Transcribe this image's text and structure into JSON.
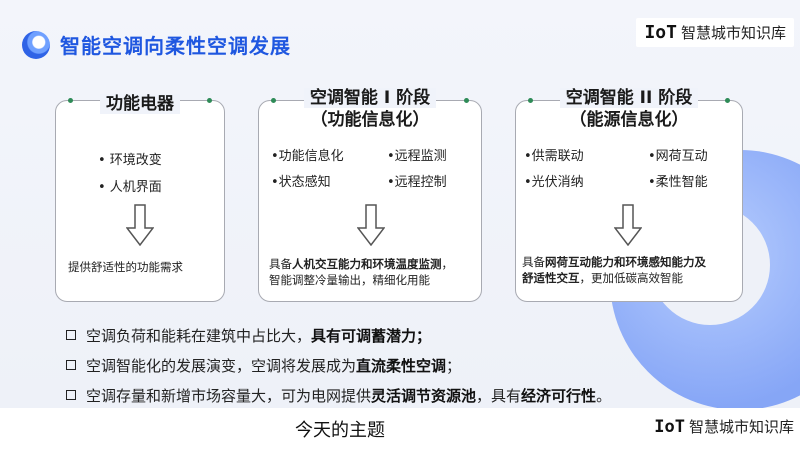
{
  "slide": {
    "title": "智能空调向柔性空调发展",
    "cards": [
      {
        "heading_lines": [
          "功能电器"
        ],
        "bullets": [
          "• 环境改变",
          "• 人机界面"
        ],
        "desc_lines": [
          [
            {
              "t": "提供舒适性的功能需求",
              "b": false
            }
          ]
        ]
      },
      {
        "heading_lines": [
          "空调智能 I 阶段",
          "（功能信息化）"
        ],
        "bullets": [
          "•功能信息化",
          "•远程监测",
          "•状态感知",
          "•远程控制"
        ],
        "desc_lines": [
          [
            {
              "t": "具备",
              "b": false
            },
            {
              "t": "人机交互能力和环境温度监测",
              "b": true
            },
            {
              "t": "，",
              "b": false
            }
          ],
          [
            {
              "t": "智能调整冷量输出，精细化用能",
              "b": false
            }
          ]
        ]
      },
      {
        "heading_lines": [
          "空调智能 II 阶段",
          "（能源信息化）"
        ],
        "bullets": [
          "•供需联动",
          "•网荷互动",
          "•光伏消纳",
          "•柔性智能"
        ],
        "desc_lines": [
          [
            {
              "t": "具备",
              "b": false
            },
            {
              "t": "网荷互动能力和环境感知能力及",
              "b": true
            }
          ],
          [
            {
              "t": "舒适性交互",
              "b": true
            },
            {
              "t": "，更加低碳高效智能",
              "b": false
            }
          ]
        ]
      }
    ],
    "points": [
      [
        {
          "t": "空调负荷和能耗在建筑中占比大，",
          "b": false
        },
        {
          "t": "具有可调蓄潜力；",
          "b": true
        }
      ],
      [
        {
          "t": "空调智能化的发展演变，空调将发展成为",
          "b": false
        },
        {
          "t": "直流柔性空调",
          "b": true
        },
        {
          "t": "；",
          "b": false
        }
      ],
      [
        {
          "t": "空调存量和新增市场容量大，可为电网提供",
          "b": false
        },
        {
          "t": "灵活调节资源池",
          "b": true
        },
        {
          "t": "，具有",
          "b": false
        },
        {
          "t": "经济可行性",
          "b": true
        },
        {
          "t": "。",
          "b": false
        }
      ]
    ]
  },
  "watermark": {
    "icon_text": "IoT",
    "text": "智慧城市知识库"
  },
  "caption": {
    "subtitle": "今天的主题"
  },
  "colors": {
    "title": "#1f57e0",
    "card_border": "#a8aab2",
    "dot": "#2e8b57",
    "accent_circle": "#6c93f6"
  }
}
